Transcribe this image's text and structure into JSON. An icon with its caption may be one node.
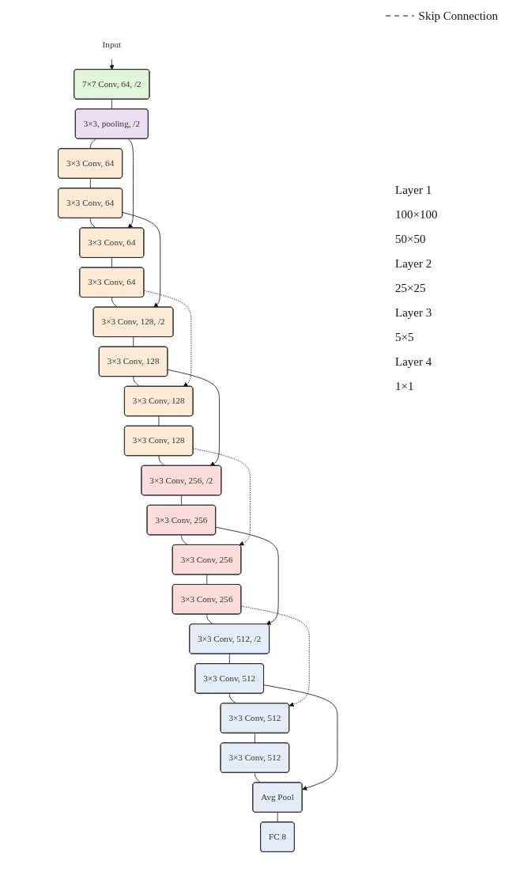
{
  "diagram": {
    "nodes": [
      {
        "text": [
          "Input"
        ]
      },
      {
        "text": [
          "7×7 Conv, 64, /2"
        ]
      },
      {
        "text": [
          "3×3, pooling, /2"
        ]
      },
      {
        "text": [
          "3×3 Conv, 64"
        ]
      },
      {
        "text": [
          "3×3 Conv, 64"
        ]
      },
      {
        "text": [
          "3×3 Conv, 64"
        ]
      },
      {
        "text": [
          "3×3 Conv, 64"
        ]
      },
      {
        "text": [
          "3×3 Conv, 128, /2"
        ]
      },
      {
        "text": [
          "3×3 Conv, 128"
        ]
      },
      {
        "text": [
          "3×3 Conv, 128"
        ]
      },
      {
        "text": [
          "3×3 Conv, 128"
        ]
      },
      {
        "text": [
          "3×3 Conv, 256, /2"
        ]
      },
      {
        "text": [
          "3×3 Conv, 256"
        ]
      },
      {
        "text": [
          "3×3 Conv, 256"
        ]
      },
      {
        "text": [
          "3×3 Conv, 256"
        ]
      },
      {
        "text": [
          "3×3 Conv, 512, /2"
        ]
      },
      {
        "text": [
          "3×3 Conv, 512"
        ]
      },
      {
        "text": [
          "3×3 Conv, 512"
        ]
      },
      {
        "text": [
          "3×3 Conv, 512"
        ]
      },
      {
        "text": [
          "Avg Pool"
        ]
      },
      {
        "text": [
          "FC 8"
        ]
      }
    ],
    "edges": [
      {
        "from": 0,
        "to": 1,
        "arrow": "to"
      },
      {
        "from": 1,
        "to": 2,
        "arrow": "none"
      },
      {
        "from": 2,
        "to": 3,
        "arrow": "none"
      },
      {
        "from": 3,
        "to": 4,
        "arrow": "none"
      },
      {
        "from": 4,
        "to": 5,
        "arrow": "none"
      },
      {
        "from": 5,
        "to": 6,
        "arrow": "none"
      },
      {
        "from": 6,
        "to": 7,
        "arrow": "none"
      },
      {
        "from": 7,
        "to": 8,
        "arrow": "none"
      },
      {
        "from": 8,
        "to": 9,
        "arrow": "none"
      },
      {
        "from": 9,
        "to": 10,
        "arrow": "none"
      },
      {
        "from": 10,
        "to": 11,
        "arrow": "none"
      },
      {
        "from": 11,
        "to": 12,
        "arrow": "none"
      },
      {
        "from": 12,
        "to": 13,
        "arrow": "none"
      },
      {
        "from": 13,
        "to": 14,
        "arrow": "none"
      },
      {
        "from": 14,
        "to": 15,
        "arrow": "none"
      },
      {
        "from": 15,
        "to": 16,
        "arrow": "none"
      },
      {
        "from": 16,
        "to": 17,
        "arrow": "none"
      },
      {
        "from": 17,
        "to": 18,
        "arrow": "none"
      },
      {
        "from": 18,
        "to": 19,
        "arrow": "none"
      },
      {
        "from": 19,
        "to": 20,
        "arrow": "none"
      },
      {
        "from": 2,
        "to": 5,
        "arrow": "to"
      },
      {
        "from": 4,
        "to": 7,
        "arrow": "to"
      },
      {
        "from": 6,
        "to": 9,
        "arrow": "to",
        "style": "dashed"
      },
      {
        "from": 8,
        "to": 11,
        "arrow": "to"
      },
      {
        "from": 10,
        "to": 13,
        "arrow": "to",
        "style": "dashed"
      },
      {
        "from": 12,
        "to": 15,
        "arrow": "to"
      },
      {
        "from": 14,
        "to": 17,
        "arrow": "to",
        "style": "dashed"
      },
      {
        "from": 16,
        "to": 19,
        "arrow": "to"
      }
    ],
    "labels": [
      "Layer 1",
      "100×100",
      "50×50",
      "Layer 2",
      "25×25",
      "Layer 3",
      "5×5",
      "Layer 4",
      "1×1"
    ],
    "legend": [
      {
        "text": "Skip Connection"
      }
    ]
  }
}
